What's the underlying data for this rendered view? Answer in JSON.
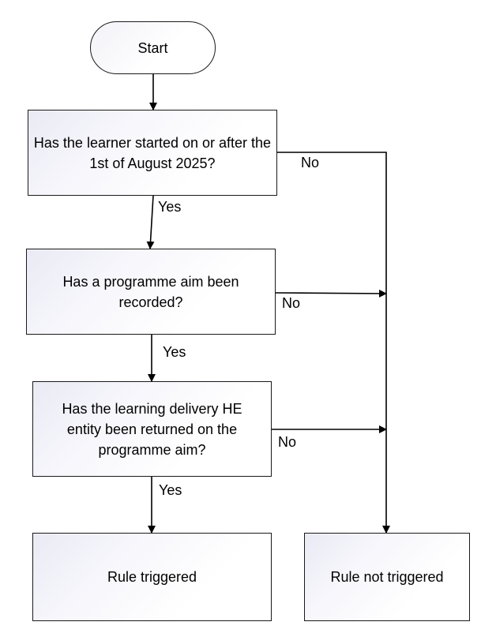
{
  "nodes": {
    "start": "Start",
    "q_start_date": "Has the learner started on or after the 1st of August 2025?",
    "q_programme_aim": "Has a programme aim been recorded?",
    "q_he_entity": "Has the learning delivery HE entity been returned on the programme aim?",
    "rule_triggered": "Rule triggered",
    "rule_not_triggered": "Rule not triggered"
  },
  "edge_labels": {
    "q1_yes": "Yes",
    "q1_no": "No",
    "q2_yes": "Yes",
    "q2_no": "No",
    "q3_yes": "Yes",
    "q3_no": "No"
  }
}
